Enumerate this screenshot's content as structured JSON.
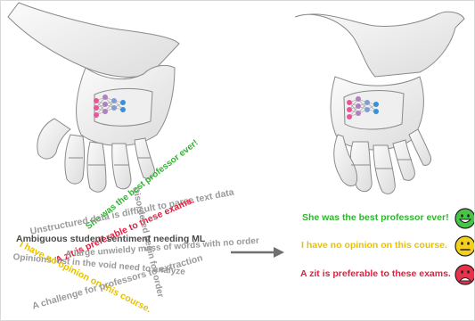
{
  "unsorted_phrases": [
    {
      "text": "She was the best professor ever!",
      "tone": "green"
    },
    {
      "text": "Unstructured data is difficult to parse text data",
      "tone": "gray"
    },
    {
      "text": "A zit is preferable to these exams.",
      "tone": "red"
    },
    {
      "text": "Disordered begin for order",
      "tone": "gray"
    },
    {
      "text": "Ambiguous student sentiment needing ML",
      "tone": "dark"
    },
    {
      "text": "Opinions lost in the void need to analyze",
      "tone": "gray"
    },
    {
      "text": "A large unwieldy mass of words with no order",
      "tone": "gray"
    },
    {
      "text": "I have no opinion on this course.",
      "tone": "yellow"
    },
    {
      "text": "A challenge for professors to extraction",
      "tone": "gray"
    }
  ],
  "classified": [
    {
      "text": "She was the best professor ever!",
      "sentiment": "positive",
      "color": "#2fb52f",
      "icon": "happy-face-icon"
    },
    {
      "text": "I have no opinion on this course.",
      "sentiment": "neutral",
      "color": "#e8c200",
      "icon": "neutral-face-icon"
    },
    {
      "text": "A zit is preferable to these exams.",
      "sentiment": "negative",
      "color": "#e0203f",
      "icon": "sad-face-icon"
    }
  ],
  "icons": {
    "left_hand": "robot-hand-icon",
    "right_hand": "robot-hand-icon",
    "network": "neural-network-icon",
    "arrow": "right-arrow-icon"
  },
  "colors": {
    "hand_fill": "#f4f4f4",
    "hand_stroke": "#8a8a8a",
    "node_pink": "#e8559a",
    "node_blue": "#3b8fd4",
    "arrow": "#707070"
  }
}
